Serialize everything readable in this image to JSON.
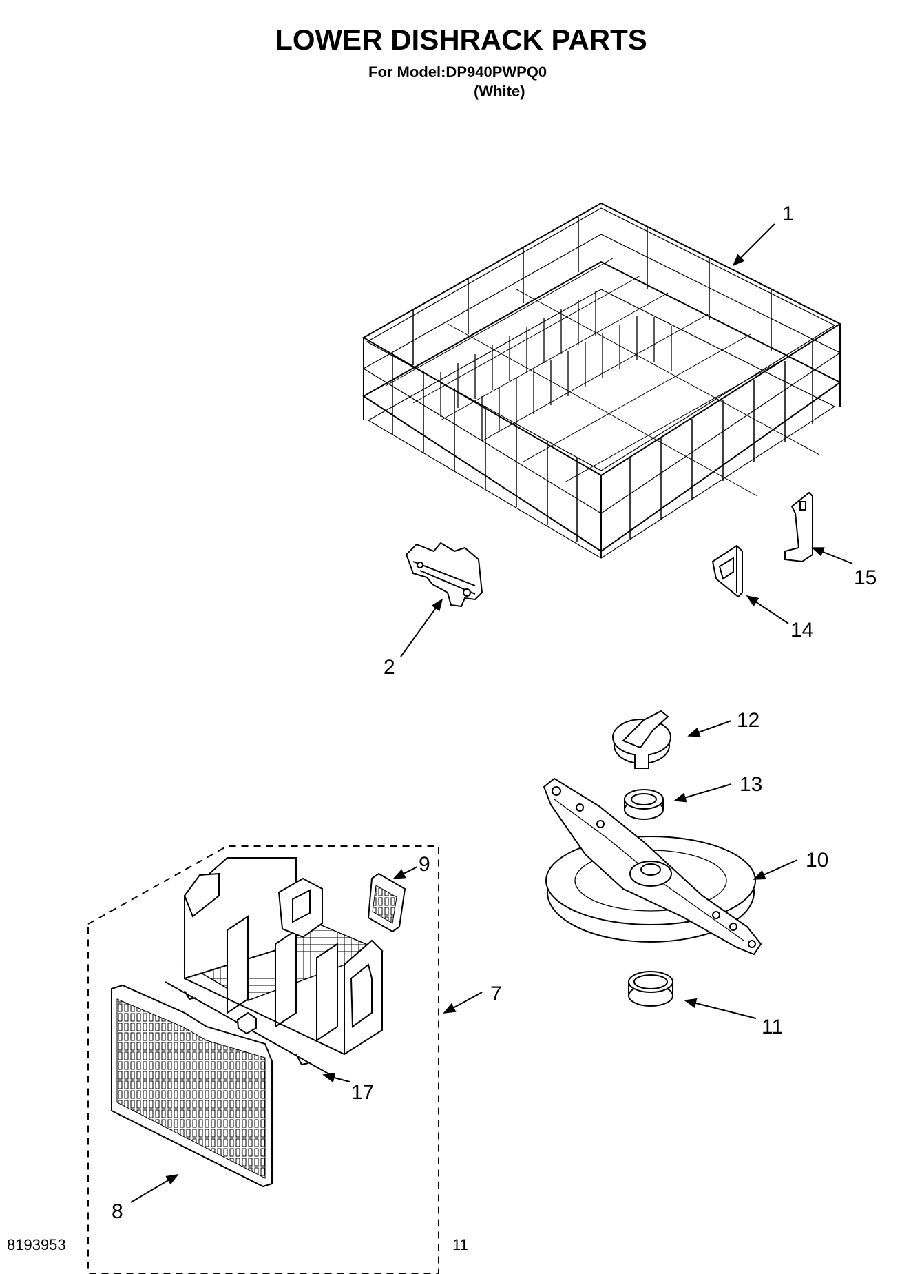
{
  "header": {
    "title": "LOWER DISHRACK PARTS",
    "model_line": "For Model:DP940PWPQ0",
    "variant": "(White)"
  },
  "footer": {
    "doc_number": "8193953",
    "page_number": "11"
  },
  "callouts": {
    "c1": "1",
    "c2": "2",
    "c7": "7",
    "c8": "8",
    "c9": "9",
    "c10": "10",
    "c11": "11",
    "c12": "12",
    "c13": "13",
    "c14": "14",
    "c15": "15",
    "c17": "17"
  }
}
